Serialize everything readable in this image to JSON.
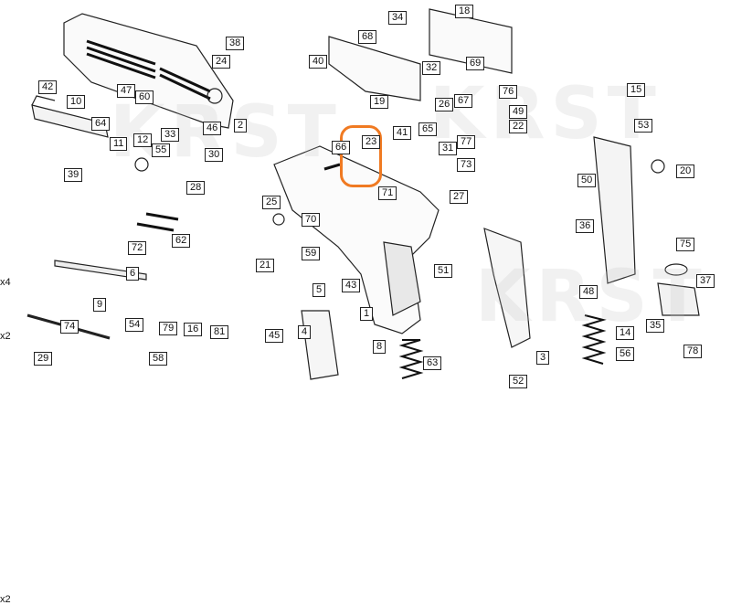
{
  "diagram": {
    "kind": "exploded pistol parts diagram",
    "highlight_color": "#f07a22",
    "highlighted_part": "23",
    "callouts": [
      "34",
      "18",
      "38",
      "68",
      "40",
      "24",
      "69",
      "32",
      "42",
      "10",
      "47",
      "60",
      "19",
      "67",
      "76",
      "49",
      "15",
      "46",
      "2",
      "64",
      "11",
      "33",
      "26",
      "53",
      "22",
      "12",
      "55",
      "65",
      "41",
      "23",
      "66",
      "30",
      "31",
      "77",
      "20",
      "28",
      "39",
      "73",
      "50",
      "27",
      "71",
      "25",
      "70",
      "36",
      "72",
      "62",
      "59",
      "75",
      "21",
      "51",
      "5",
      "37",
      "43",
      "6",
      "1",
      "48",
      "9",
      "54",
      "35",
      "74",
      "79",
      "16",
      "81",
      "14",
      "4",
      "45",
      "8",
      "29",
      "58",
      "63",
      "3",
      "56",
      "78",
      "52"
    ],
    "multipliers": [
      "x2",
      "x2",
      "x4"
    ]
  },
  "watermark": {
    "text": "KRST",
    "logo_note": "repeated faint watermark"
  }
}
